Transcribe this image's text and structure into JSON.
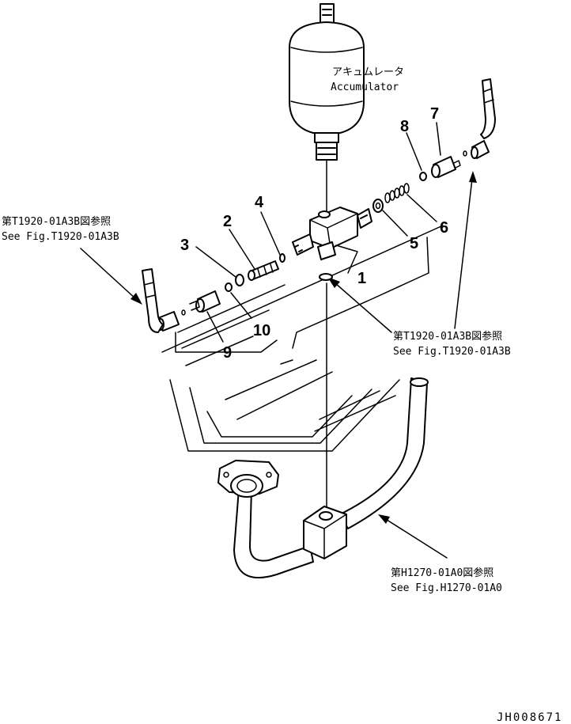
{
  "accumulator": {
    "label_jp": "アキュムレータ",
    "label_en": "Accumulator"
  },
  "callouts": [
    "1",
    "2",
    "3",
    "4",
    "5",
    "6",
    "7",
    "8",
    "9",
    "10"
  ],
  "references": {
    "left": {
      "jp": "第T1920-01A3B図参照",
      "en": "See Fig.T1920-01A3B"
    },
    "right": {
      "jp": "第T1920-01A3B図参照",
      "en": "See Fig.T1920-01A3B"
    },
    "bottom": {
      "jp": "第H1270-01A0図参照",
      "en": "See Fig.H1270-01A0"
    }
  },
  "drawing_id": "JH008671"
}
